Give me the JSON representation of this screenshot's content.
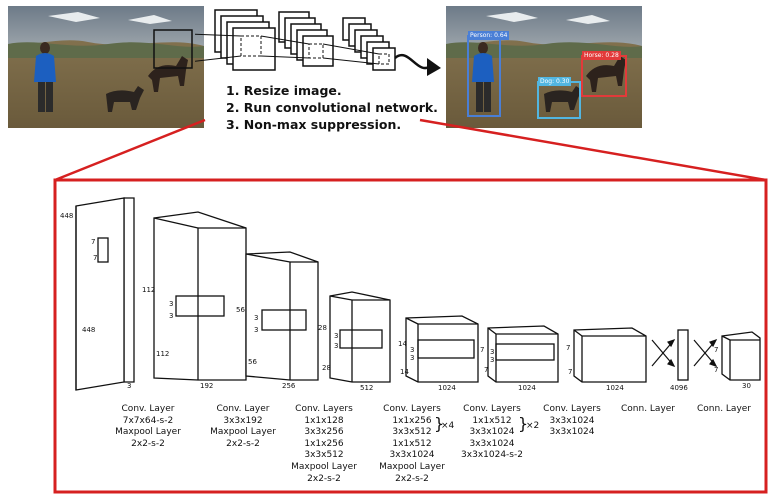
{
  "steps": [
    "1. Resize image.",
    "2. Run convolutional network.",
    "3. Non-max suppression."
  ],
  "detections": [
    {
      "label": "Person: 0.64",
      "color": "#4a7fd6"
    },
    {
      "label": "Horse: 0.28",
      "color": "#e23a3a"
    },
    {
      "label": "Dog: 0.30",
      "color": "#52b6e0"
    }
  ],
  "input_dims": {
    "height": "448",
    "width": "448",
    "depth": "3",
    "kernel_h": "7",
    "kernel_w": "7"
  },
  "layers": [
    {
      "dims": [
        "112",
        "112",
        "192",
        "3",
        "3"
      ]
    },
    {
      "dims": [
        "56",
        "56",
        "256",
        "3",
        "3"
      ]
    },
    {
      "dims": [
        "28",
        "28",
        "512",
        "3",
        "3"
      ]
    },
    {
      "dims": [
        "14",
        "14",
        "1024",
        "3",
        "3"
      ]
    },
    {
      "dims": [
        "7",
        "7",
        "1024",
        "3",
        "3"
      ]
    },
    {
      "dims": [
        "7",
        "7",
        "1024"
      ]
    },
    {
      "dims": [
        "4096"
      ]
    },
    {
      "dims": [
        "7",
        "7",
        "30"
      ]
    }
  ],
  "captions": [
    {
      "lines": [
        "Conv. Layer",
        "7x7x64-s-2",
        "Maxpool Layer",
        "2x2-s-2"
      ]
    },
    {
      "lines": [
        "Conv. Layer",
        "3x3x192",
        "Maxpool Layer",
        "2x2-s-2"
      ]
    },
    {
      "lines": [
        "Conv. Layers",
        "1x1x128",
        "3x3x256",
        "1x1x256",
        "3x3x512",
        "Maxpool Layer",
        "2x2-s-2"
      ]
    },
    {
      "lines": [
        "Conv. Layers",
        "1x1x256",
        "3x3x512",
        "1x1x512",
        "3x3x1024",
        "Maxpool Layer",
        "2x2-s-2"
      ],
      "repeat": "×4"
    },
    {
      "lines": [
        "Conv. Layers",
        "1x1x512",
        "3x3x1024",
        "3x3x1024",
        "3x3x1024-s-2"
      ],
      "repeat": "×2"
    },
    {
      "lines": [
        "Conv. Layers",
        "3x3x1024",
        "3x3x1024"
      ]
    },
    {
      "lines": [
        "Conn. Layer"
      ]
    },
    {
      "lines": [
        "Conn. Layer"
      ]
    }
  ],
  "colors": {
    "frame": "#d62020",
    "outline": "#111111"
  }
}
